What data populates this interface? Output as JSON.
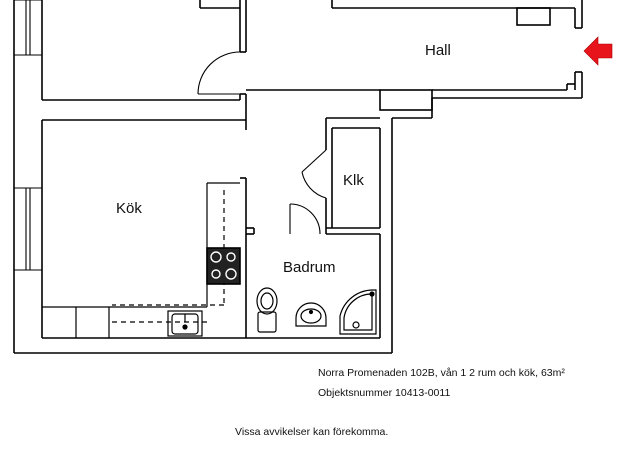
{
  "rooms": {
    "hall": "Hall",
    "kok": "Kök",
    "klk": "Klk",
    "badrum": "Badrum"
  },
  "info": {
    "address": "Norra Promenaden 102B, vån 1 2 rum och kök, 63m²",
    "object_number": "Objektsnummer 10413-0011"
  },
  "disclaimer": "Vissa avvikelser kan förekomma.",
  "colors": {
    "wall": "#000000",
    "entrance_arrow": "#e8141b"
  },
  "icons": {
    "entrance": "entrance-arrow-icon"
  }
}
